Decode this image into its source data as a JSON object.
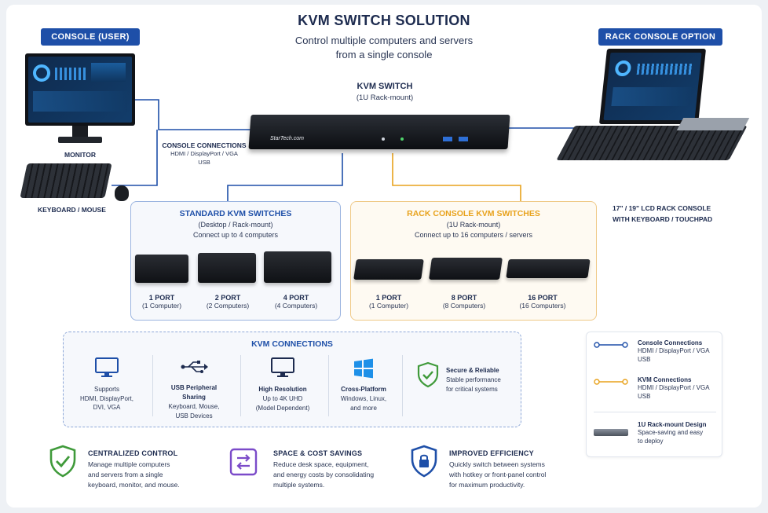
{
  "header": {
    "title": "KVM SWITCH SOLUTION",
    "subtitle_line1": "Control multiple computers and servers",
    "subtitle_line2": "from a single console"
  },
  "console_user": {
    "badge": "CONSOLE (USER)",
    "monitor_label": "MONITOR",
    "keyboard_label": "KEYBOARD / MOUSE"
  },
  "console_connections": {
    "title": "CONSOLE CONNECTIONS",
    "line1": "HDMI / DisplayPort / VGA",
    "line2": "USB"
  },
  "kvm_switch": {
    "title": "KVM SWITCH",
    "subtitle": "(1U Rack-mount)",
    "brand": "StarTech.com"
  },
  "rack_console": {
    "badge": "RACK CONSOLE OPTION",
    "caption_line1": "17\" / 19\" LCD RACK CONSOLE",
    "caption_line2": "WITH KEYBOARD / TOUCHPAD"
  },
  "standard_box": {
    "title": "STANDARD KVM SWITCHES",
    "subtitle": "(Desktop / Rack-mount)",
    "connect": "Connect up to 4 computers",
    "items": [
      {
        "title": "1 PORT",
        "sub": "(1 Computer)"
      },
      {
        "title": "2 PORT",
        "sub": "(2 Computers)"
      },
      {
        "title": "4 PORT",
        "sub": "(4 Computers)"
      }
    ]
  },
  "rack_box": {
    "title": "RACK CONSOLE KVM SWITCHES",
    "subtitle": "(1U Rack-mount)",
    "connect": "Connect up to 16 computers / servers",
    "items": [
      {
        "title": "1 PORT",
        "sub": "(1 Computer)"
      },
      {
        "title": "8 PORT",
        "sub": "(8 Computers)"
      },
      {
        "title": "16 PORT",
        "sub": "(16 Computers)"
      }
    ]
  },
  "kvm_connections": {
    "title": "KVM CONNECTIONS",
    "items": [
      {
        "title": "",
        "lines": [
          "Supports",
          "HDMI, DisplayPort,",
          "DVI, VGA"
        ]
      },
      {
        "title": "USB Peripheral Sharing",
        "lines": [
          "Keyboard, Mouse,",
          "USB Devices"
        ]
      },
      {
        "title": "High Resolution",
        "lines": [
          "Up to 4K UHD",
          "(Model Dependent)"
        ]
      },
      {
        "title": "Cross-Platform",
        "lines": [
          "Windows, Linux,",
          "and more"
        ]
      },
      {
        "title": "Secure & Reliable",
        "lines": [
          "Stable performance",
          "for critical systems"
        ]
      }
    ]
  },
  "legend": {
    "items": [
      {
        "title": "Console Connections",
        "lines": [
          "HDMI / DisplayPort / VGA",
          "USB"
        ],
        "color": "#1e4fa8"
      },
      {
        "title": "KVM Connections",
        "lines": [
          "HDMI / DisplayPort / VGA",
          "USB"
        ],
        "color": "#e8a21c"
      },
      {
        "title": "1U Rack-mount Design",
        "lines": [
          "Space-saving and easy",
          "to deploy"
        ],
        "color": "#1d2b4f"
      }
    ]
  },
  "benefits": [
    {
      "title": "CENTRALIZED CONTROL",
      "lines": [
        "Manage multiple computers",
        "and servers from a single",
        "keyboard, monitor, and mouse."
      ],
      "color": "#3f9a3a"
    },
    {
      "title": "SPACE & COST SAVINGS",
      "lines": [
        "Reduce desk space, equipment,",
        "and energy costs by consolidating",
        "multiple systems."
      ],
      "color": "#7b4bc9"
    },
    {
      "title": "IMPROVED EFFICIENCY",
      "lines": [
        "Quickly switch between systems",
        "with hotkey or front-panel control",
        "for maximum productivity."
      ],
      "color": "#1e4fa8"
    }
  ],
  "colors": {
    "blue": "#1e4fa8",
    "orange": "#e8a21c",
    "green": "#3f9a3a",
    "purple": "#7b4bc9"
  }
}
